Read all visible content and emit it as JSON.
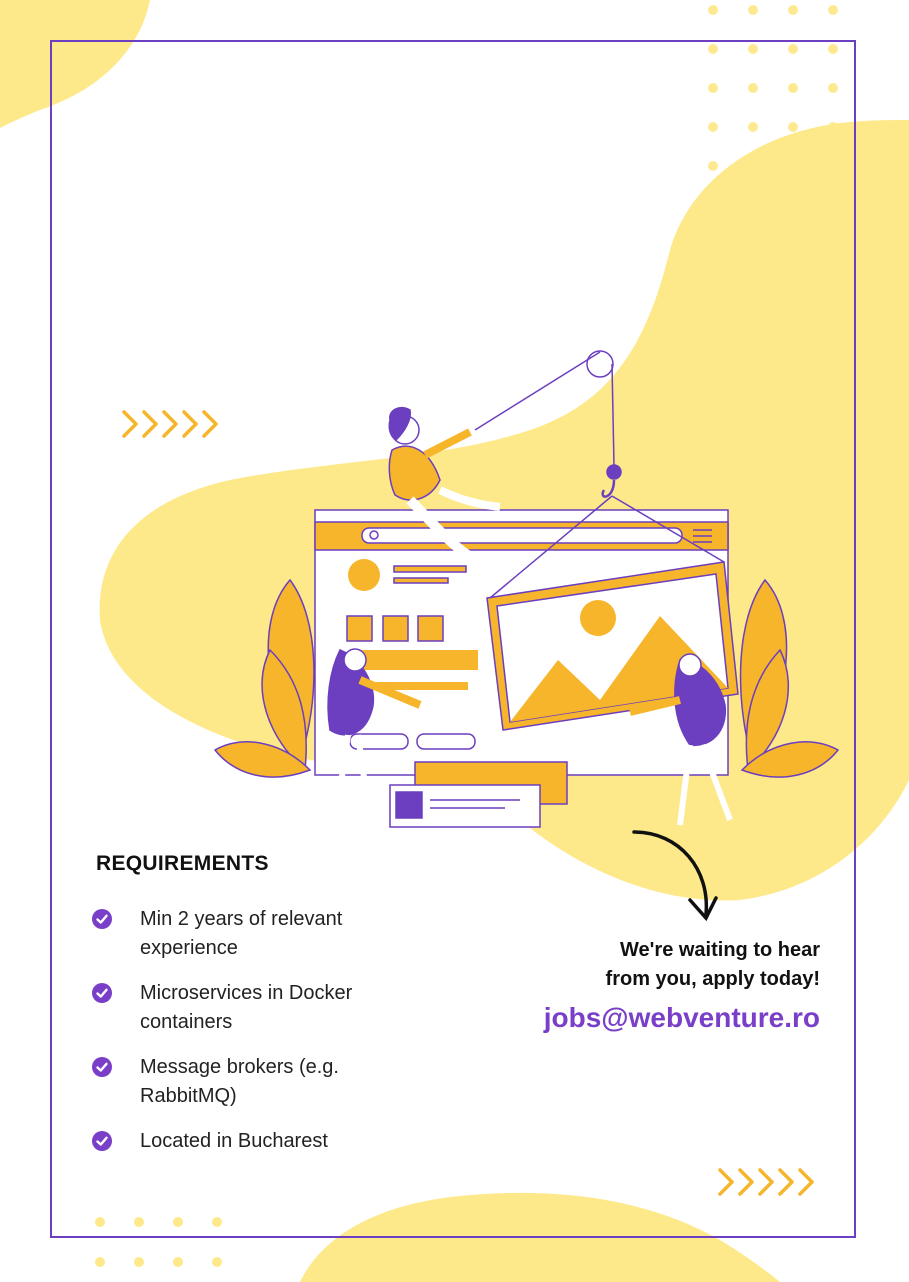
{
  "requirements": {
    "title": "REQUIREMENTS",
    "items": [
      {
        "text": "Min 2 years of relevant experience",
        "icon": "check-circle-icon"
      },
      {
        "text": "Microservices in Docker containers",
        "icon": "check-circle-icon"
      },
      {
        "text": "Message brokers (e.g. RabbitMQ)",
        "icon": "check-circle-icon"
      },
      {
        "text": "Located in Bucharest",
        "icon": "check-circle-icon"
      }
    ]
  },
  "cta": {
    "line1": "We're waiting to hear",
    "line2": "from you, apply today!"
  },
  "contact": {
    "email": "jobs@webventure.ro"
  },
  "colors": {
    "accent": "#7a3fc8",
    "yellow": "#fde98a",
    "orange": "#f7b52b"
  }
}
